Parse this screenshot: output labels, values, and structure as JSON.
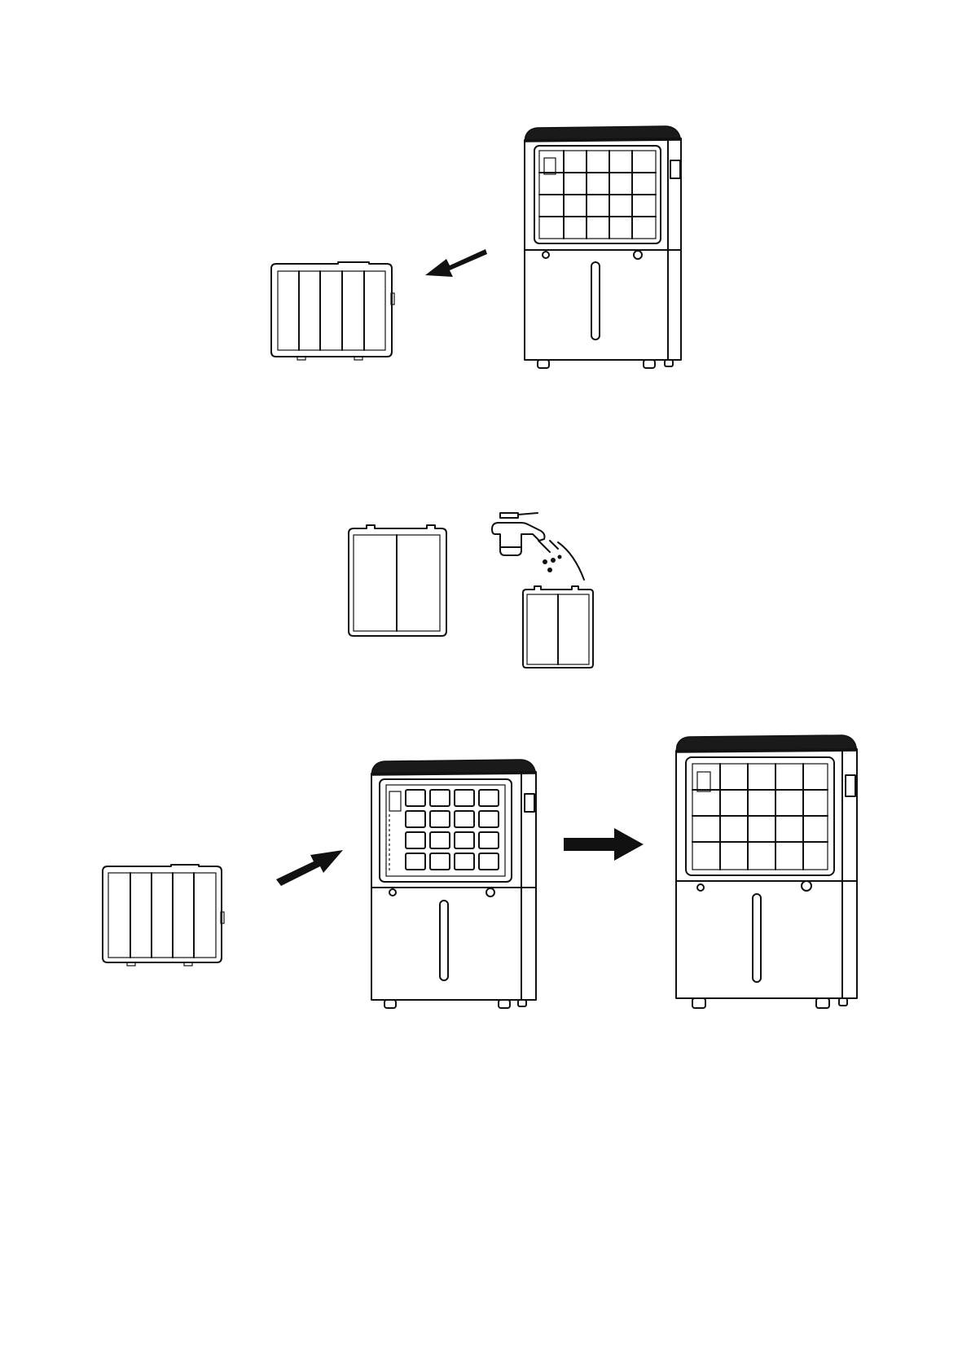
{
  "steps": [
    {
      "name": "remove-filter",
      "arrow_direction": "down-left"
    },
    {
      "name": "wash-filter"
    },
    {
      "name": "reinstall-filter",
      "arrow_direction": "up-right"
    },
    {
      "name": "completed",
      "arrow_direction": "right"
    }
  ],
  "colors": {
    "line": "#111111",
    "background": "#ffffff",
    "top_panel": "#1a1a1a"
  },
  "icons": [
    "dehumidifier-icon",
    "air-filter-icon",
    "faucet-icon",
    "water-drops-icon",
    "arrow-icon"
  ]
}
